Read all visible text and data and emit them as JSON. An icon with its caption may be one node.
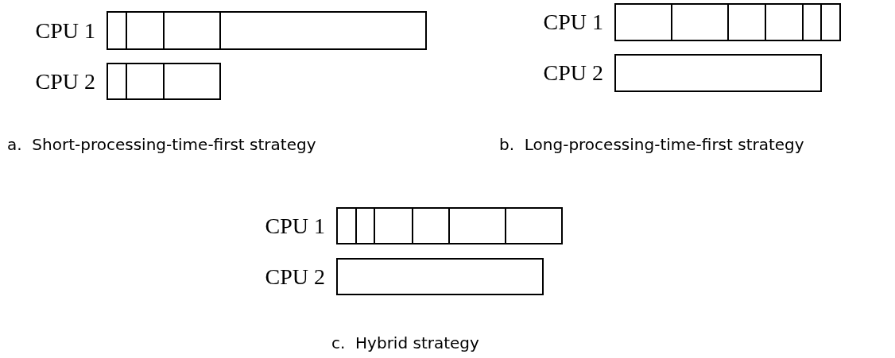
{
  "diagram": {
    "nodes": [
      {
        "text": [],
        "shape": "box",
        "beside": [
          "CPU 1"
        ]
      },
      {
        "text": [],
        "shape": "box"
      },
      {
        "text": [],
        "shape": "box"
      },
      {
        "text": [],
        "shape": "box"
      },
      {
        "text": [],
        "shape": "box",
        "beside": [
          "CPU 2"
        ]
      },
      {
        "text": [],
        "shape": "box"
      },
      {
        "text": [],
        "shape": "box"
      },
      {
        "text": [],
        "shape": "box",
        "beside": [
          "CPU 1"
        ]
      },
      {
        "text": [],
        "shape": "box"
      },
      {
        "text": [],
        "shape": "box"
      },
      {
        "text": [],
        "shape": "box"
      },
      {
        "text": [],
        "shape": "box"
      },
      {
        "text": [],
        "shape": "box"
      },
      {
        "text": [],
        "shape": "box",
        "beside": [
          "CPU 2"
        ]
      },
      {
        "text": [],
        "shape": "box",
        "beside": [
          "CPU 1"
        ]
      },
      {
        "text": [],
        "shape": "box"
      },
      {
        "text": [],
        "shape": "box"
      },
      {
        "text": [],
        "shape": "box"
      },
      {
        "text": [],
        "shape": "box"
      },
      {
        "text": [],
        "shape": "box"
      },
      {
        "text": [],
        "shape": "box",
        "beside": [
          "CPU 2"
        ]
      }
    ],
    "labels": [
      "a.  Short-processing-time-first strategy",
      "b.  Long-processing-time-first strategy",
      "c.  Hybrid strategy"
    ]
  }
}
